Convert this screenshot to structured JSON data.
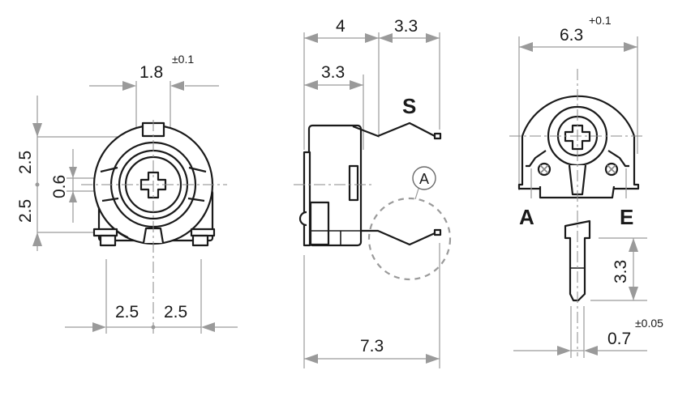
{
  "drawing": {
    "subject": "Trimmer potentiometer dimensional drawing",
    "units": "mm",
    "colors": {
      "outline": "#1a1a1a",
      "dimension": "#9a9a9a",
      "background": "#ffffff"
    }
  },
  "front_view": {
    "dim_top": {
      "value": "1.8",
      "tolerance": "±0.1"
    },
    "dim_upper": {
      "value": "2.5"
    },
    "dim_lower": {
      "value": "2.5"
    },
    "dim_offset": {
      "value": "0.6"
    },
    "dim_pin_left": {
      "value": "2.5"
    },
    "dim_pin_right": {
      "value": "2.5"
    }
  },
  "side_view": {
    "dim_body": {
      "value": "4"
    },
    "dim_pin_reach": {
      "value": "3.3"
    },
    "dim_body_inner": {
      "value": "3.3"
    },
    "dim_total": {
      "value": "7.3"
    },
    "pin_label": "S",
    "detail_label": "A"
  },
  "rear_view": {
    "dim_width": {
      "value": "6.3",
      "tolerance": "+0.1"
    },
    "pin_label_left": "A",
    "pin_label_right": "E"
  },
  "pin_detail": {
    "dim_length": {
      "value": "3.3"
    },
    "dim_width": {
      "value": "0.7",
      "tolerance": "±0.05"
    }
  }
}
